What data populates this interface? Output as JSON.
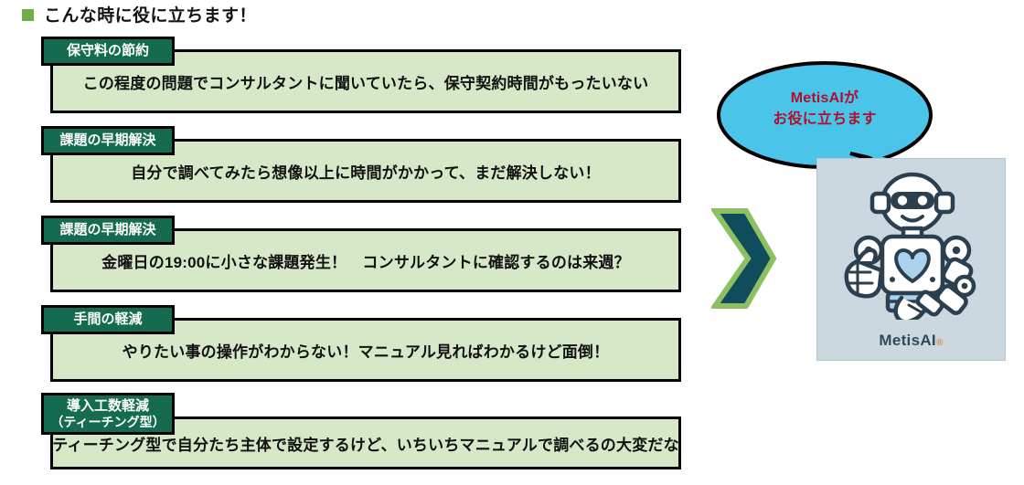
{
  "header": {
    "bullet_color": "#70AD47",
    "title": "こんな時に役に立ちます！"
  },
  "items": [
    {
      "tab_line1": "保守料の節約",
      "tab_line2": "",
      "body": "この程度の問題でコンサルタントに聞いていたら、保守契約時間がもったいない"
    },
    {
      "tab_line1": "課題の早期解決",
      "tab_line2": "",
      "body": "自分で調べてみたら想像以上に時間がかかって、まだ解決しない！"
    },
    {
      "tab_line1": "課題の早期解決",
      "tab_line2": "",
      "body": "金曜日の19:00に小さな課題発生！　コンサルタントに確認するのは来週？"
    },
    {
      "tab_line1": "手間の軽減",
      "tab_line2": "",
      "body": "やりたい事の操作がわからない！マニュアル見ればわかるけど面倒！"
    },
    {
      "tab_line1": "導入工数軽減",
      "tab_line2": "（ティーチング型）",
      "body": "ティーチング型で自分たち主体で設定するけど、いちいちマニュアルで調べるの大変だな"
    }
  ],
  "bubble": {
    "line1": "MetisAIが",
    "line2": "お役に立ちます",
    "fill_color": "#4BC4EA",
    "text_color": "#B01030"
  },
  "arrow": {
    "fill_color": "#0F4C5C",
    "border_color": "#8FBF63"
  },
  "robot_card": {
    "background_color": "#CCD8E0",
    "logo_main": "MetisAI",
    "logo_registered": "®"
  },
  "colors": {
    "tab_fill": "#146B4F",
    "body_fill": "#D6E8C7",
    "outline": "#000000"
  }
}
